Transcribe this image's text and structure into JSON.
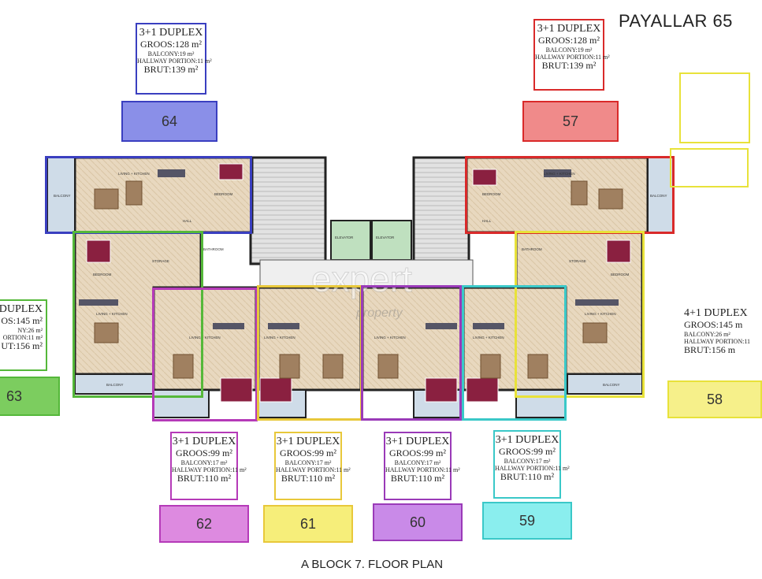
{
  "title": "PAYALLAR 65",
  "caption": "A BLOCK 7.  FLOOR PLAN",
  "watermark": {
    "main": "expert",
    "sub": "property"
  },
  "units": [
    {
      "id": "64",
      "color": "#3a3fc0",
      "fill": "#8a8fe8",
      "type": "3+1 DUPLEX",
      "groos": "GROOS:128 m²",
      "balcony": "BALCONY:19 m²",
      "hallway": "HALLWAY PORTION:11 m²",
      "brut": "BRUT:139 m²"
    },
    {
      "id": "57",
      "color": "#d92a2a",
      "fill": "#f08a8a",
      "type": "3+1 DUPLEX",
      "groos": "GROOS:128 m²",
      "balcony": "BALCONY:19 m²",
      "hallway": "HALLWAY PORTION:11 m²",
      "brut": "BRUT:139 m²"
    },
    {
      "id": "63",
      "color": "#55b83a",
      "fill": "#7ccd5f",
      "type": "DUPLEX",
      "groos": "OS:145 m²",
      "balcony": "NY:26 m²",
      "hallway": "ORTION:11 m²",
      "brut": "UT:156 m²"
    },
    {
      "id": "58",
      "color": "#e8e23a",
      "fill": "#f6f08a",
      "type": "4+1 DUPLEX",
      "groos": "GROOS:145 m",
      "balcony": "BALCONY:26 m²",
      "hallway": "HALLWAY PORTION:11",
      "brut": "BRUT:156 m"
    },
    {
      "id": "62",
      "color": "#b53ab8",
      "fill": "#dd8ae0",
      "type": "3+1 DUPLEX",
      "groos": "GROOS:99 m²",
      "balcony": "BALCONY:17 m²",
      "hallway": "HALLWAY PORTION:11 m²",
      "brut": "BRUT:110 m²"
    },
    {
      "id": "61",
      "color": "#e8c83a",
      "fill": "#f6ee7a",
      "type": "3+1 DUPLEX",
      "groos": "GROOS:99 m²",
      "balcony": "BALCONY:17 m²",
      "hallway": "HALLWAY PORTION:11 m²",
      "brut": "BRUT:110 m²"
    },
    {
      "id": "60",
      "color": "#9a3ab8",
      "fill": "#c98ae8",
      "type": "3+1 DUPLEX",
      "groos": "GROOS:99 m²",
      "balcony": "BALCONY:17 m²",
      "hallway": "HALLWAY PORTION:11 m²",
      "brut": "BRUT:110 m²"
    },
    {
      "id": "59",
      "color": "#3ac8c8",
      "fill": "#8aeeee",
      "type": "3+1 DUPLEX",
      "groos": "GROOS:99 m²",
      "balcony": "BALCONY:17 m²",
      "hallway": "HALLWAY PORTION:11 m²",
      "brut": "BRUT:110 m²"
    }
  ],
  "room_labels": {
    "living_kitchen": "LIVING + KITCHEN",
    "bedroom": "BEDROOM",
    "bathroom": "BATHROOM",
    "balcony": "BALCONY",
    "hall": "HALL",
    "storage": "STORAGE",
    "elevator": "ELEVATOR"
  }
}
